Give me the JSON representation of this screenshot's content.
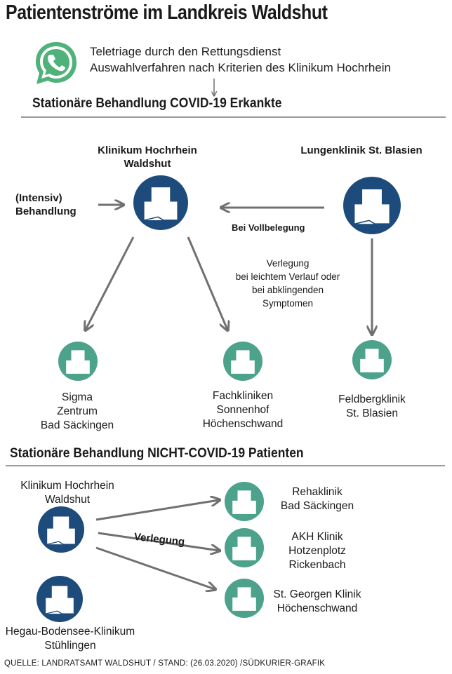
{
  "title": "Patientenströme im Landkreis Waldshut",
  "intro": {
    "line1": "Teletriage durch den Rettungsdienst",
    "line2": "Auswahlverfahren nach Kriterien des Klinikum Hochrhein",
    "icon": "whatsapp-icon"
  },
  "colors": {
    "navy": "#1d4b7b",
    "teal": "#4da28b",
    "whatsapp": "#4fb27a",
    "arrow": "#707070"
  },
  "covid_section": {
    "heading": "Stationäre Behandlung COVID-19 Erkankte",
    "klinikum_label": [
      "Klinikum Hochrhein",
      "Waldshut"
    ],
    "lungenklinik_label": "Lungenklinik St. Blasien",
    "intensiv_label": [
      "(Intensiv)",
      "Behandlung"
    ],
    "vollbelegung_label": "Bei Vollbelegung",
    "verlegung_note": [
      "Verlegung",
      "bei leichtem Verlauf oder",
      "bei abklingenden",
      "Symptomen"
    ],
    "sigma_label": [
      "Sigma",
      "Zentrum",
      "Bad Säckingen"
    ],
    "fachkliniken_label": [
      "Fachkliniken",
      "Sonnenhof",
      "Höchenschwand"
    ],
    "feldberg_label": [
      "Feldbergklinik",
      "St. Blasien"
    ]
  },
  "noncovid_section": {
    "heading": "Stationäre Behandlung NICHT-COVID-19 Patienten",
    "klinikum_label": [
      "Klinikum Hochrhein",
      "Waldshut"
    ],
    "hegau_label": [
      "Hegau-Bodensee-Klinikum",
      "Stühlingen"
    ],
    "verlegung_label": "Verlegung",
    "reha_label": [
      "Rehaklinik",
      "Bad Säckingen"
    ],
    "akh_label": [
      "AKH Klinik",
      "Hotzenplotz",
      "Rickenbach"
    ],
    "georgen_label": [
      "St. Georgen Klinik",
      "Höchenschwand"
    ]
  },
  "source": "QUELLE: LANDRATSAMT WALDSHUT / STAND: (26.03.2020) /SÜDKURIER-GRAFIK"
}
